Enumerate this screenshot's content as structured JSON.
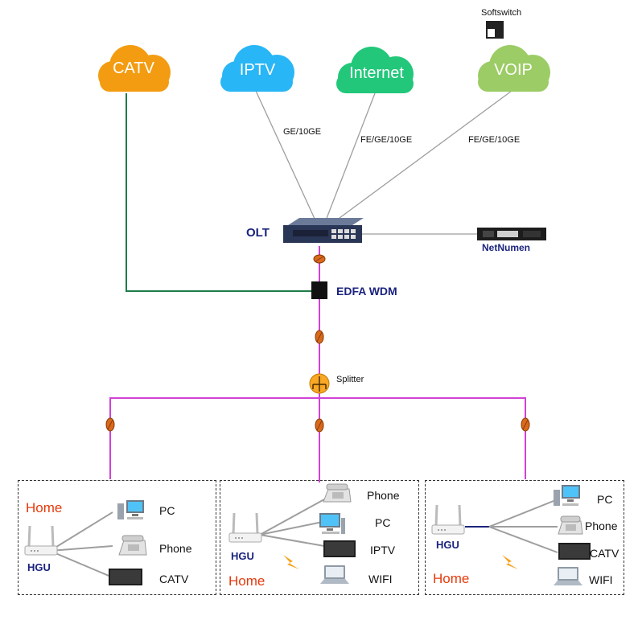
{
  "clouds": {
    "catv": {
      "label": "CATV",
      "color": "#f39c12"
    },
    "iptv": {
      "label": "IPTV",
      "color": "#29b6f6"
    },
    "internet": {
      "label": "Internet",
      "color": "#22c77a"
    },
    "voip": {
      "label": "VOIP",
      "color": "#9ccc65"
    }
  },
  "softswitch": "Softswitch",
  "links": {
    "iptv": "GE/10GE",
    "internet": "FE/GE/10GE",
    "voip": "FE/GE/10GE"
  },
  "olt": "OLT",
  "netnumen": "NetNumen",
  "edfa": "EDFA WDM",
  "splitter": "Splitter",
  "homes": [
    {
      "home_label": "Home",
      "hgu_label": "HGU",
      "devices": [
        "PC",
        "Phone",
        "CATV"
      ]
    },
    {
      "home_label": "Home",
      "hgu_label": "HGU",
      "devices": [
        "Phone",
        "PC",
        "IPTV",
        "WIFI"
      ]
    },
    {
      "home_label": "Home",
      "hgu_label": "HGU",
      "devices": [
        "PC",
        "Phone",
        "CATV",
        "WIFI"
      ]
    }
  ],
  "colors": {
    "fiber": "#d042d6",
    "catv_line": "#1e7d4a",
    "link_line": "#9e9e9e",
    "home_text": "#e53a0c",
    "label_navy": "#1a237e"
  }
}
